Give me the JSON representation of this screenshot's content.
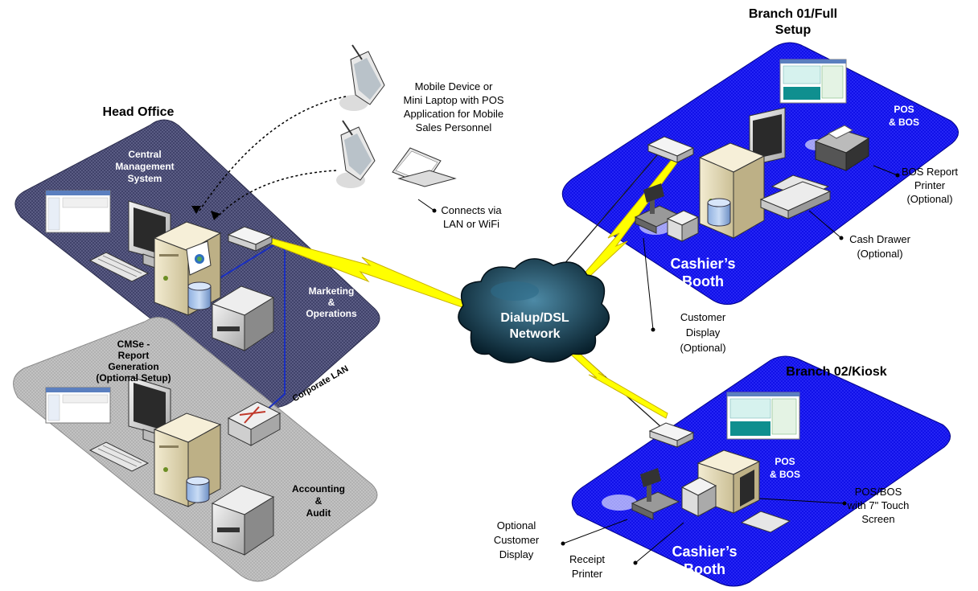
{
  "colors": {
    "hq_zone": "#3d3f67",
    "cms_zone": "#c9c9c9",
    "branch_zone": "#1010e8",
    "lightning": "#ffff00",
    "cloud": "#0d2a3a",
    "lan_line": "#1a2fc0"
  },
  "head_office": {
    "title": "Head Office",
    "central": [
      "Central",
      "Management",
      "System"
    ],
    "marketing": [
      "Marketing",
      "&",
      "Operations"
    ],
    "corporate_lan": "Corporate LAN"
  },
  "cmse": {
    "title": [
      "CMSe -",
      "Report",
      "Generation",
      "(Optional Setup)"
    ],
    "accounting": [
      "Accounting",
      "&",
      "Audit"
    ]
  },
  "mobile": {
    "device": [
      "Mobile Device or",
      "Mini Laptop with POS",
      "Application for Mobile",
      "Sales Personnel"
    ],
    "connects": [
      "Connects via",
      "LAN or WiFi"
    ]
  },
  "network": {
    "label": [
      "Dialup/DSL",
      "Network"
    ]
  },
  "branch01": {
    "title": [
      "Branch 01/Full",
      "Setup"
    ],
    "pos": [
      "POS",
      "& BOS"
    ],
    "cashier": [
      "Cashier’s",
      "Booth"
    ],
    "bos_printer": [
      "BOS Report",
      "Printer",
      "(Optional)"
    ],
    "cash_drawer": [
      "Cash Drawer",
      "(Optional)"
    ],
    "customer_display": [
      "Customer",
      "Display",
      "(Optional)"
    ]
  },
  "branch02": {
    "title": "Branch 02/Kiosk",
    "pos": [
      "POS",
      "& BOS"
    ],
    "cashier": [
      "Cashier’s",
      "Booth"
    ],
    "touch": [
      "POS/BOS",
      "with 7\" Touch",
      "Screen"
    ],
    "optional_display": [
      "Optional",
      "Customer",
      "Display"
    ],
    "receipt": [
      "Receipt",
      "Printer"
    ]
  },
  "icons": [
    "server-icon",
    "monitor-icon",
    "keyboard-icon",
    "database-icon",
    "printer-icon",
    "modem-icon",
    "switch-icon",
    "pda-icon",
    "laptop-icon",
    "pos-display-icon",
    "cash-drawer-icon",
    "kiosk-icon",
    "cloud-icon",
    "lightning-icon"
  ]
}
